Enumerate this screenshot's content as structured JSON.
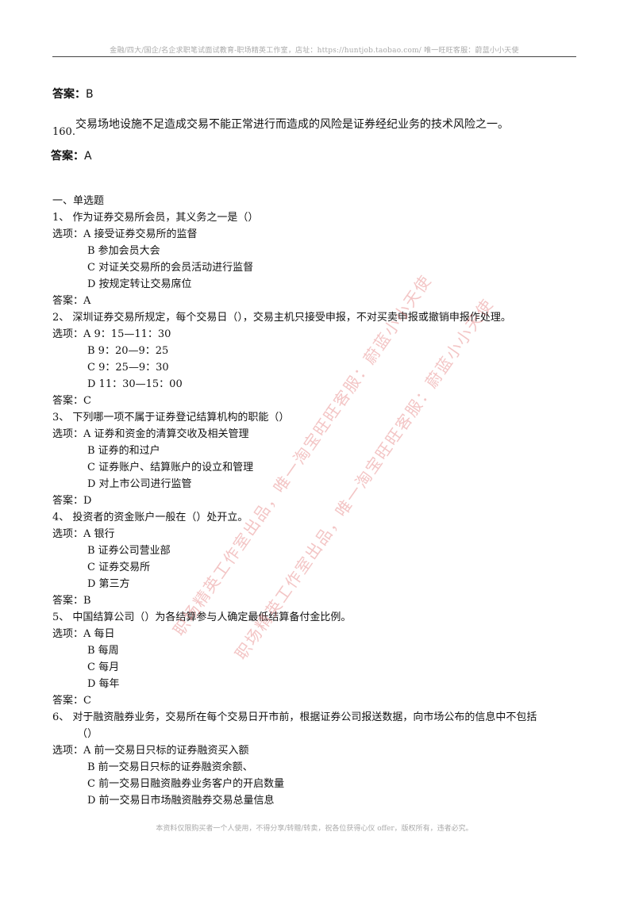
{
  "header": {
    "text": "金融/四大/国企/名企求职笔试面试教育-职场精英工作室，店址：https://huntjob.taobao.com/ 唯一旺旺客服：蔚蓝小小天使"
  },
  "previous": {
    "answer1_label": "答案：",
    "answer1_value": "B",
    "q160_num": "160.",
    "q160_text": "交易场地设施不足造成交易不能正常进行而造成的风险是证券经纪业务的技术风险之一。",
    "answer2_label": "答案：",
    "answer2_value": "A"
  },
  "section_title": "一、单选题",
  "questions": [
    {
      "stem": "1、 作为证券交易所会员，其义务之一是（）",
      "opt_a": "选项：A  接受证券交易所的监督",
      "opt_b": "B  参加会员大会",
      "opt_c": "C  对证关交易所的会员活动进行监督",
      "opt_d": "D  按规定转让交易席位",
      "answer": "答案：A"
    },
    {
      "stem": "2、 深圳证券交易所规定，每个交易日（），交易主机只接受申报，不对买卖申报或撤销申报作处理。",
      "opt_a": "选项：A 9：15—11：30",
      "opt_b": "B 9：20—9：25",
      "opt_c": "C 9：25—9：30",
      "opt_d": "D 11：30—15：00",
      "answer": "答案：C"
    },
    {
      "stem": "3、 下列哪一项不属于证券登记结算机构的职能（）",
      "opt_a": "选项：A  证券和资金的清算交收及相关管理",
      "opt_b": "B  证券的和过户",
      "opt_c": "C  证券账户、结算账户的设立和管理",
      "opt_d": "D  对上市公司进行监管",
      "answer": "答案：D"
    },
    {
      "stem": "4、 投资者的资金账户一般在（）处开立。",
      "opt_a": "选项：A  银行",
      "opt_b": "B  证券公司营业部",
      "opt_c": "C  证券交易所",
      "opt_d": "D 第三方",
      "answer": "答案：B"
    },
    {
      "stem": "5、 中国结算公司（）为各结算参与人确定最低结算备付金比例。",
      "opt_a": "选项：A  每日",
      "opt_b": "B  每周",
      "opt_c": "C  每月",
      "opt_d": "D  每年",
      "answer": "答案：C"
    },
    {
      "stem": "6、 对于融资融券业务，交易所在每个交易日开市前，根据证券公司报送数据，向市场公布的信息中不包括",
      "stem_cont": "（）",
      "opt_a": "选项：A  前一交易日只标的证券融资买入额",
      "opt_b": "B  前一交易日只标的证券融资余额、",
      "opt_c": "C  前一交易日融资融券业务客户的开启数量",
      "opt_d": "D  前一交易日市场融资融券交易总量信息"
    }
  ],
  "watermarks": [
    "职场精英工作室出品，唯一淘宝旺旺客服：蔚蓝小小天使",
    "职场精英工作室出品，唯一淘宝旺旺客服：蔚蓝小小天使"
  ],
  "footer": {
    "text": "本资料仅限购买者一个人使用，不得分享/转赠/转卖，祝各位获得心仪 offer，版权所有，违者必究。"
  }
}
